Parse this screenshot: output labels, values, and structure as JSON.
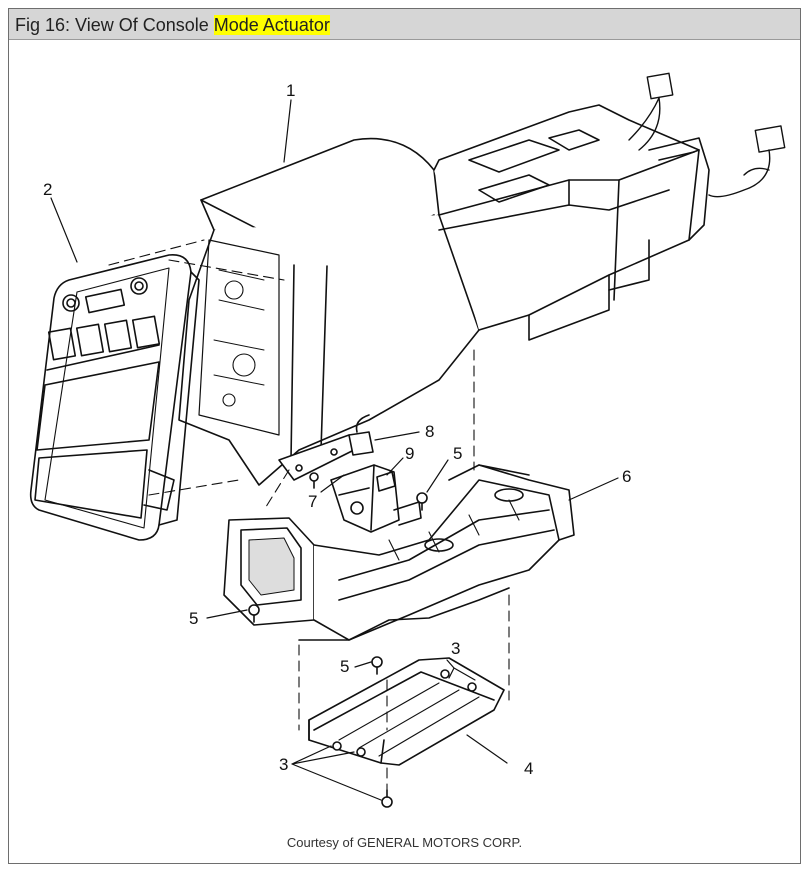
{
  "figure": {
    "title_prefix": "Fig 16: View Of Console ",
    "title_highlight": "Mode Actuator",
    "highlight_color": "#ffff00",
    "credit": "Courtesy of GENERAL MOTORS CORP."
  },
  "callouts": [
    {
      "id": "c1",
      "label": "1"
    },
    {
      "id": "c2",
      "label": "2"
    },
    {
      "id": "c3a",
      "label": "3"
    },
    {
      "id": "c3b",
      "label": "3"
    },
    {
      "id": "c4",
      "label": "4"
    },
    {
      "id": "c5a",
      "label": "5"
    },
    {
      "id": "c5b",
      "label": "5"
    },
    {
      "id": "c5c",
      "label": "5"
    },
    {
      "id": "c6",
      "label": "6"
    },
    {
      "id": "c7",
      "label": "7"
    },
    {
      "id": "c8",
      "label": "8"
    },
    {
      "id": "c9",
      "label": "9"
    }
  ]
}
